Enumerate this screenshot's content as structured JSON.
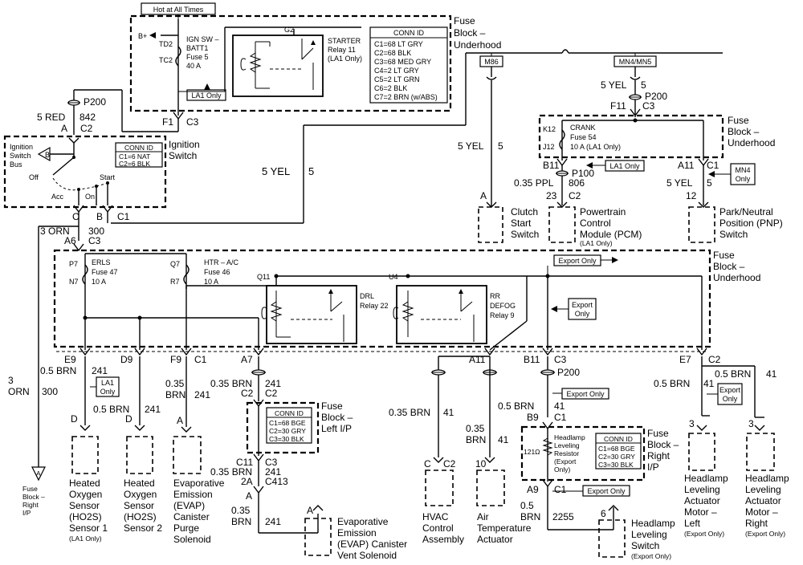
{
  "top": {
    "hot_label": "Hot at All Times",
    "b_plus": "B+",
    "td2": "TD2",
    "tc2": "TC2",
    "ign_sw": "IGN SW –",
    "batt1": "BATT1",
    "fuse5": "Fuse 5",
    "fuse5_amp": "40 A",
    "la1_only": "LA1 Only",
    "g2": "G2",
    "starter": "STARTER",
    "relay11": "Relay 11",
    "la1_paren": "(LA1 Only)",
    "fuse_block_l1": "Fuse",
    "fuse_block_l2": "Block –",
    "fuse_block_l3": "Underhood",
    "conn_title": "CONN ID",
    "conn_lines": [
      "C1=68 LT GRY",
      "C2=68 BLK",
      "C3=68 MED GRY",
      "C4=2 LT GRY",
      "C5=2 LT GRN",
      "C6=2 BLK",
      "C7=2 BRN (w/ABS)"
    ],
    "f1": "F1",
    "c3": "C3"
  },
  "ign": {
    "p200": "P200",
    "wire_color": "5 RED",
    "circuit": "842",
    "a": "A",
    "c2": "C2",
    "bus_l1": "Ignition",
    "bus_l2": "Switch",
    "bus_l3": "Bus",
    "b": "B",
    "off": "Off",
    "acc": "Acc",
    "on": "On",
    "start": "Start",
    "conn_title": "CONN ID",
    "conn_lines": [
      "C1=6 NAT",
      "C2=6 BLK"
    ],
    "title_l1": "Ignition",
    "title_l2": "Switch",
    "c_pin": "C",
    "b_pin": "B",
    "c1": "C1",
    "yel": "5 YEL",
    "yel_num": "5"
  },
  "right_top": {
    "m86": "M86",
    "mn4": "MN4/MN5",
    "yel": "5 YEL",
    "five": "5",
    "p200": "P200",
    "f11": "F11",
    "c3": "C3",
    "fuse_block_l1": "Fuse",
    "fuse_block_l2": "Block –",
    "fuse_block_l3": "Underhood",
    "k12": "K12",
    "j12": "J12",
    "crank": "CRANK",
    "fuse54": "Fuse 54",
    "amp": "10 A (LA1 Only)",
    "yel_left": "5 YEL",
    "five_left": "5",
    "b11": "B11",
    "la1_only": "LA1 Only",
    "p100": "P100",
    "ppl": "0.35 PPL",
    "c806": "806",
    "a11": "A11",
    "c1": "C1",
    "mn4_only_l1": "MN4",
    "mn4_only_l2": "Only",
    "a_pin": "A",
    "p23": "23",
    "c2": "C2",
    "yel_right": "5 YEL",
    "five_right": "5",
    "p12": "12",
    "clutch": [
      "Clutch",
      "Start",
      "Switch"
    ],
    "pcm": [
      "Powertrain",
      "Control",
      "Module (PCM)",
      "(LA1 Only)"
    ],
    "pnp": [
      "Park/Neutral",
      "Position (PNP)",
      "Switch"
    ]
  },
  "mid": {
    "orn": "3 ORN",
    "c300": "300",
    "a6": "A6",
    "c3": "C3",
    "fuse_block": [
      "Fuse",
      "Block –",
      "Underhood"
    ],
    "p7": "P7",
    "n7": "N7",
    "erls": "ERLS",
    "fuse47": "Fuse 47",
    "amp47": "10 A",
    "q7": "Q7",
    "r7": "R7",
    "htr": "HTR – A/C",
    "fuse46": "Fuse 46",
    "amp46": "10 A",
    "q11": "Q11",
    "u4": "U4",
    "drl": [
      "DRL",
      "Relay 22"
    ],
    "rr": [
      "RR",
      "DEFOG",
      "Relay 9"
    ],
    "export_only": "Export Only",
    "export_l1": "Export",
    "export_l2": "Only"
  },
  "lower": {
    "e9": "E9",
    "d9": "D9",
    "f9": "F9",
    "c1": "C1",
    "a7": "A7",
    "a11": "A11",
    "b11": "B11",
    "c3": "C3",
    "e7": "E7",
    "c2": "C2",
    "brn05": "0.5 BRN",
    "c241": "241",
    "la1_l1": "LA1",
    "la1_l2": "Only",
    "left_orn_l1": "3",
    "left_orn_l2": "ORN",
    "left_300": "300",
    "fuse_block_right": [
      "Fuse",
      "Block –",
      "Right",
      "I/P"
    ],
    "d_pin": "D",
    "brn05b": "0.5 BRN",
    "c241b": "241",
    "d_pin2": "D",
    "brn035": "0.35",
    "brn035b": "BRN",
    "c241c": "241",
    "a_pin": "A",
    "a7_brn": "0.35 BRN",
    "a7_241": "241",
    "a7_c2": "C2",
    "a7_c2b": "C2",
    "fb_left": [
      "Fuse",
      "Block –",
      "Left I/P"
    ],
    "conn_title": "CONN ID",
    "conn_left": [
      "C1=68 BGE",
      "C2=30 GRY",
      "C3=30 BLK"
    ],
    "c11": "C11",
    "c3b": "C3",
    "brn035c": "0.35 BRN",
    "c241d": "241",
    "p2a": "2A",
    "c413": "C413",
    "a_pin2": "A",
    "brn035d": "0.35",
    "brn035e": "BRN",
    "c241e": "241",
    "a_pin3": "A",
    "evap_vent": [
      "Evaporative",
      "Emission",
      "(EVAP) Canister",
      "Vent Solenoid"
    ],
    "hvac_brn": "0.35 BRN",
    "c41": "41",
    "hvac_c": "C",
    "hvac_c2": "C2",
    "hvac": [
      "HVAC",
      "Control",
      "Assembly"
    ],
    "air_brn": "0.35",
    "air_brn2": "BRN",
    "air_41": "41",
    "p10": "10",
    "air": [
      "Air",
      "Temperature",
      "Actuator"
    ],
    "p200": "P200",
    "export_only": "Export Only",
    "b9_brn": "0.5 BRN",
    "b9_41": "41",
    "b9": "B9",
    "b9_c1": "C1",
    "resistor_ohm": "121Ω",
    "hl_resistor": [
      "Headlamp",
      "Leveling",
      "Resistor",
      "(Export",
      "Only)"
    ],
    "conn_right": [
      "C1=68 BGE",
      "C2=30 GRY",
      "C3=30 BLK"
    ],
    "fb_right": [
      "Fuse",
      "Block –",
      "Right",
      "I/P"
    ],
    "a9": "A9",
    "a9_c1": "C1",
    "export_only2": "Export Only",
    "brn05c": "0.5",
    "brn05d": "BRN",
    "c2255": "2255",
    "p6": "6",
    "hl_switch": [
      "Headlamp",
      "Leveling",
      "Switch",
      "(Export Only)"
    ],
    "e7_brn": "0.5 BRN",
    "e7_41": "41",
    "e7_brn2": "0.5 BRN",
    "e7_41b": "41",
    "p3a": "3",
    "p3b": "3",
    "hl_left": [
      "Headlamp",
      "Leveling",
      "Actuator",
      "Motor –",
      "Left",
      "(Export Only)"
    ],
    "hl_right": [
      "Headlamp",
      "Leveling",
      "Actuator",
      "Motor –",
      "Right",
      "(Export Only)"
    ],
    "ho2s1": [
      "Heated",
      "Oxygen",
      "Sensor",
      "(HO2S)",
      "Sensor 1",
      "(LA1 Only)"
    ],
    "ho2s2": [
      "Heated",
      "Oxygen",
      "Sensor",
      "(HO2S)",
      "Sensor 2"
    ],
    "evap_purge": [
      "Evaporative",
      "Emission",
      "(EVAP)",
      "Canister",
      "Purge",
      "Solenoid"
    ]
  }
}
